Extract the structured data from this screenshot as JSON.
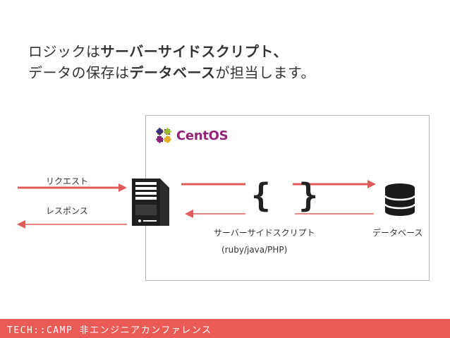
{
  "headline": {
    "line1_part1": "ロジックは",
    "line1_part2": "サーバーサイドスクリプト、",
    "line2_part1": "データの保存は",
    "line2_part2": "データベース",
    "line2_part3": "が担当します。"
  },
  "diagram": {
    "logo_text": "CentOS",
    "request_label": "リクエスト",
    "response_label": "レスポンス",
    "braces": "{ }",
    "script_label": "サーバーサイドスクリプト",
    "languages_label": "(ruby/java/PHP)",
    "database_label": "データベース",
    "arrow_color": "#e05c5a",
    "icons": [
      "server-icon",
      "database-icon",
      "centos-logo-icon"
    ]
  },
  "footer": {
    "text": "TECH::CAMP 非エンジニアカンファレンス",
    "color": "#ea5b55"
  }
}
